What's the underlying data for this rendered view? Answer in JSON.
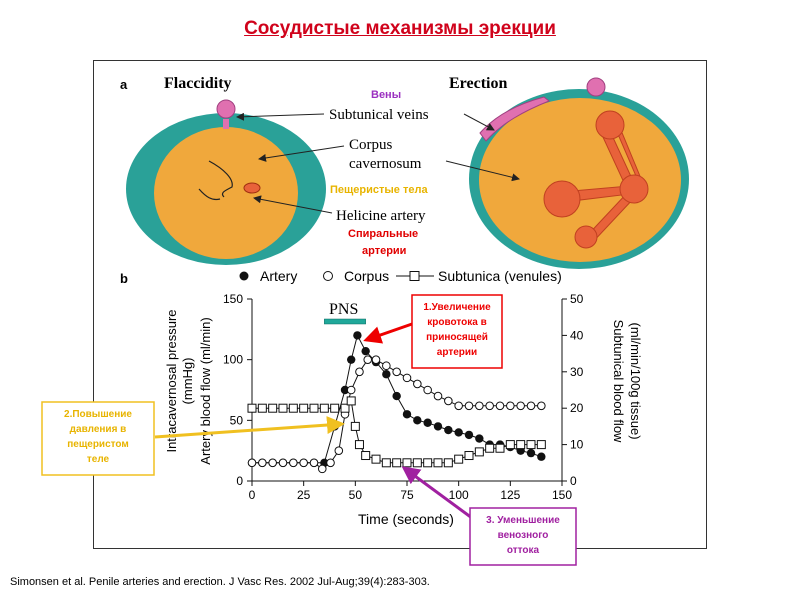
{
  "title": "Сосудистые механизмы эрекции",
  "citation": "Simonsen et al. Penile arteries and erection. J Vasc Res. 2002 Jul-Aug;39(4):283-303.",
  "colors": {
    "title": "#d0021b",
    "tissue_ring": "#2aa198",
    "corpus": "#f0a83c",
    "artery": "#e8623a",
    "vein": "#e070b0",
    "pns_bar": "#20a89a"
  },
  "panel_a": {
    "label": "a",
    "flaccidity": "Flaccidity",
    "erection": "Erection",
    "veins_ru": "Вены",
    "subtunical_veins": "Subtunical veins",
    "corpus_line1": "Corpus",
    "corpus_line2": "cavernosum",
    "corpus_ru": "Пещеристые тела",
    "helicine_artery": "Helicine artery",
    "helicine_ru_line1": "Спиральные",
    "helicine_ru_line2": "артерии"
  },
  "panel_b": {
    "label": "b",
    "pns": "PNS",
    "callout_1": [
      "1.Увеличение",
      "кровотока  в",
      "приносящей",
      "артерии"
    ],
    "callout_2": [
      "2.Повышение",
      "давления  в",
      "пещеристом",
      "теле"
    ],
    "callout_3": [
      "3. Уменьшение",
      "венозного",
      "оттока"
    ]
  },
  "chart_data": {
    "type": "line",
    "legend": [
      "Artery",
      "Corpus",
      "Subtunica (venules)"
    ],
    "legend_position": "top",
    "xlabel": "Time (seconds)",
    "ylabel_left": [
      "Intracavernosal pressure",
      "(mmHg)",
      "Artery blood flow (ml/min)"
    ],
    "ylabel_right": [
      "Subtunical blood flow",
      "(ml/min/100g tissue)"
    ],
    "xlim": [
      0,
      150
    ],
    "ylim_left": [
      0,
      150
    ],
    "ylim_right": [
      0,
      50
    ],
    "x_ticks": [
      "0",
      "25",
      "50",
      "75",
      "100",
      "125",
      "150"
    ],
    "y_left_ticks": [
      "0",
      "50",
      "100",
      "150"
    ],
    "y_right_ticks": [
      "0",
      "10",
      "20",
      "30",
      "40",
      "50"
    ],
    "pns_interval": [
      35,
      55
    ],
    "series": [
      {
        "name": "Artery",
        "axis": "left",
        "marker": "filled-circle",
        "points": [
          [
            0,
            15
          ],
          [
            5,
            15
          ],
          [
            10,
            15
          ],
          [
            15,
            15
          ],
          [
            20,
            15
          ],
          [
            25,
            15
          ],
          [
            30,
            15
          ],
          [
            35,
            15
          ],
          [
            40,
            45
          ],
          [
            45,
            75
          ],
          [
            48,
            100
          ],
          [
            51,
            120
          ],
          [
            55,
            107
          ],
          [
            60,
            98
          ],
          [
            65,
            88
          ],
          [
            70,
            70
          ],
          [
            75,
            55
          ],
          [
            80,
            50
          ],
          [
            85,
            48
          ],
          [
            90,
            45
          ],
          [
            95,
            42
          ],
          [
            100,
            40
          ],
          [
            105,
            38
          ],
          [
            110,
            35
          ],
          [
            115,
            30
          ],
          [
            120,
            30
          ],
          [
            125,
            28
          ],
          [
            130,
            25
          ],
          [
            135,
            23
          ],
          [
            140,
            20
          ]
        ]
      },
      {
        "name": "Corpus",
        "axis": "left",
        "marker": "open-circle",
        "points": [
          [
            0,
            15
          ],
          [
            5,
            15
          ],
          [
            10,
            15
          ],
          [
            15,
            15
          ],
          [
            20,
            15
          ],
          [
            25,
            15
          ],
          [
            30,
            15
          ],
          [
            34,
            10
          ],
          [
            38,
            15
          ],
          [
            42,
            25
          ],
          [
            45,
            55
          ],
          [
            48,
            75
          ],
          [
            52,
            90
          ],
          [
            56,
            100
          ],
          [
            60,
            100
          ],
          [
            65,
            95
          ],
          [
            70,
            90
          ],
          [
            75,
            85
          ],
          [
            80,
            80
          ],
          [
            85,
            75
          ],
          [
            90,
            70
          ],
          [
            95,
            66
          ],
          [
            100,
            62
          ],
          [
            105,
            62
          ],
          [
            110,
            62
          ],
          [
            115,
            62
          ],
          [
            120,
            62
          ],
          [
            125,
            62
          ],
          [
            130,
            62
          ],
          [
            135,
            62
          ],
          [
            140,
            62
          ]
        ]
      },
      {
        "name": "Subtunica (venules)",
        "axis": "right",
        "marker": "open-square",
        "points": [
          [
            0,
            20
          ],
          [
            5,
            20
          ],
          [
            10,
            20
          ],
          [
            15,
            20
          ],
          [
            20,
            20
          ],
          [
            25,
            20
          ],
          [
            30,
            20
          ],
          [
            35,
            20
          ],
          [
            40,
            20
          ],
          [
            45,
            20
          ],
          [
            48,
            22
          ],
          [
            50,
            15
          ],
          [
            52,
            10
          ],
          [
            55,
            7
          ],
          [
            60,
            6
          ],
          [
            65,
            5
          ],
          [
            70,
            5
          ],
          [
            75,
            5
          ],
          [
            80,
            5
          ],
          [
            85,
            5
          ],
          [
            90,
            5
          ],
          [
            95,
            5
          ],
          [
            100,
            6
          ],
          [
            105,
            7
          ],
          [
            110,
            8
          ],
          [
            115,
            9
          ],
          [
            120,
            9
          ],
          [
            125,
            10
          ],
          [
            130,
            10
          ],
          [
            135,
            10
          ],
          [
            140,
            10
          ]
        ]
      }
    ]
  }
}
